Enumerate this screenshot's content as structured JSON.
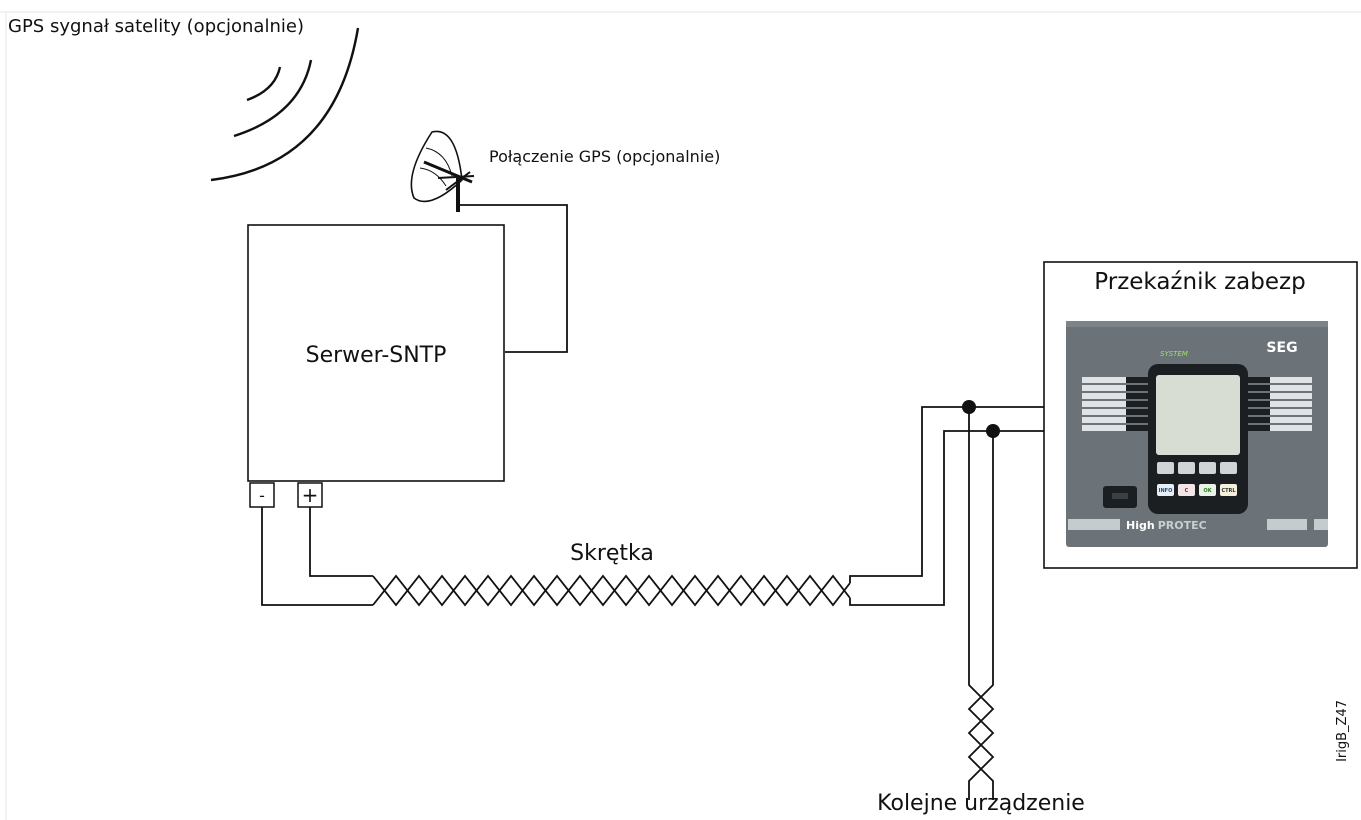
{
  "labels": {
    "gps_signal": "GPS sygnał satelity (opcjonalnie)",
    "gps_connection": "Połączenie GPS (opcjonalnie)",
    "sntp_server": "Serwer-SNTP",
    "protection_relay": "Przekaźnik zabezp",
    "twisted_pair": "Skrętka",
    "next_device": "Kolejne urządzenie",
    "terminal_minus": "-",
    "terminal_plus": "+",
    "figure_id": "IrigB_Z47"
  },
  "relay_panel": {
    "brand": "SEG",
    "system_label": "SYSTEM",
    "product_name_high": "High",
    "product_name_protec": "PROTEC",
    "buttons": [
      "INFO",
      "C",
      "OK",
      "CTRL"
    ],
    "colors": {
      "panel": "#6b7378",
      "screen": "#d8ddd3",
      "dark": "#1c1f22"
    }
  }
}
